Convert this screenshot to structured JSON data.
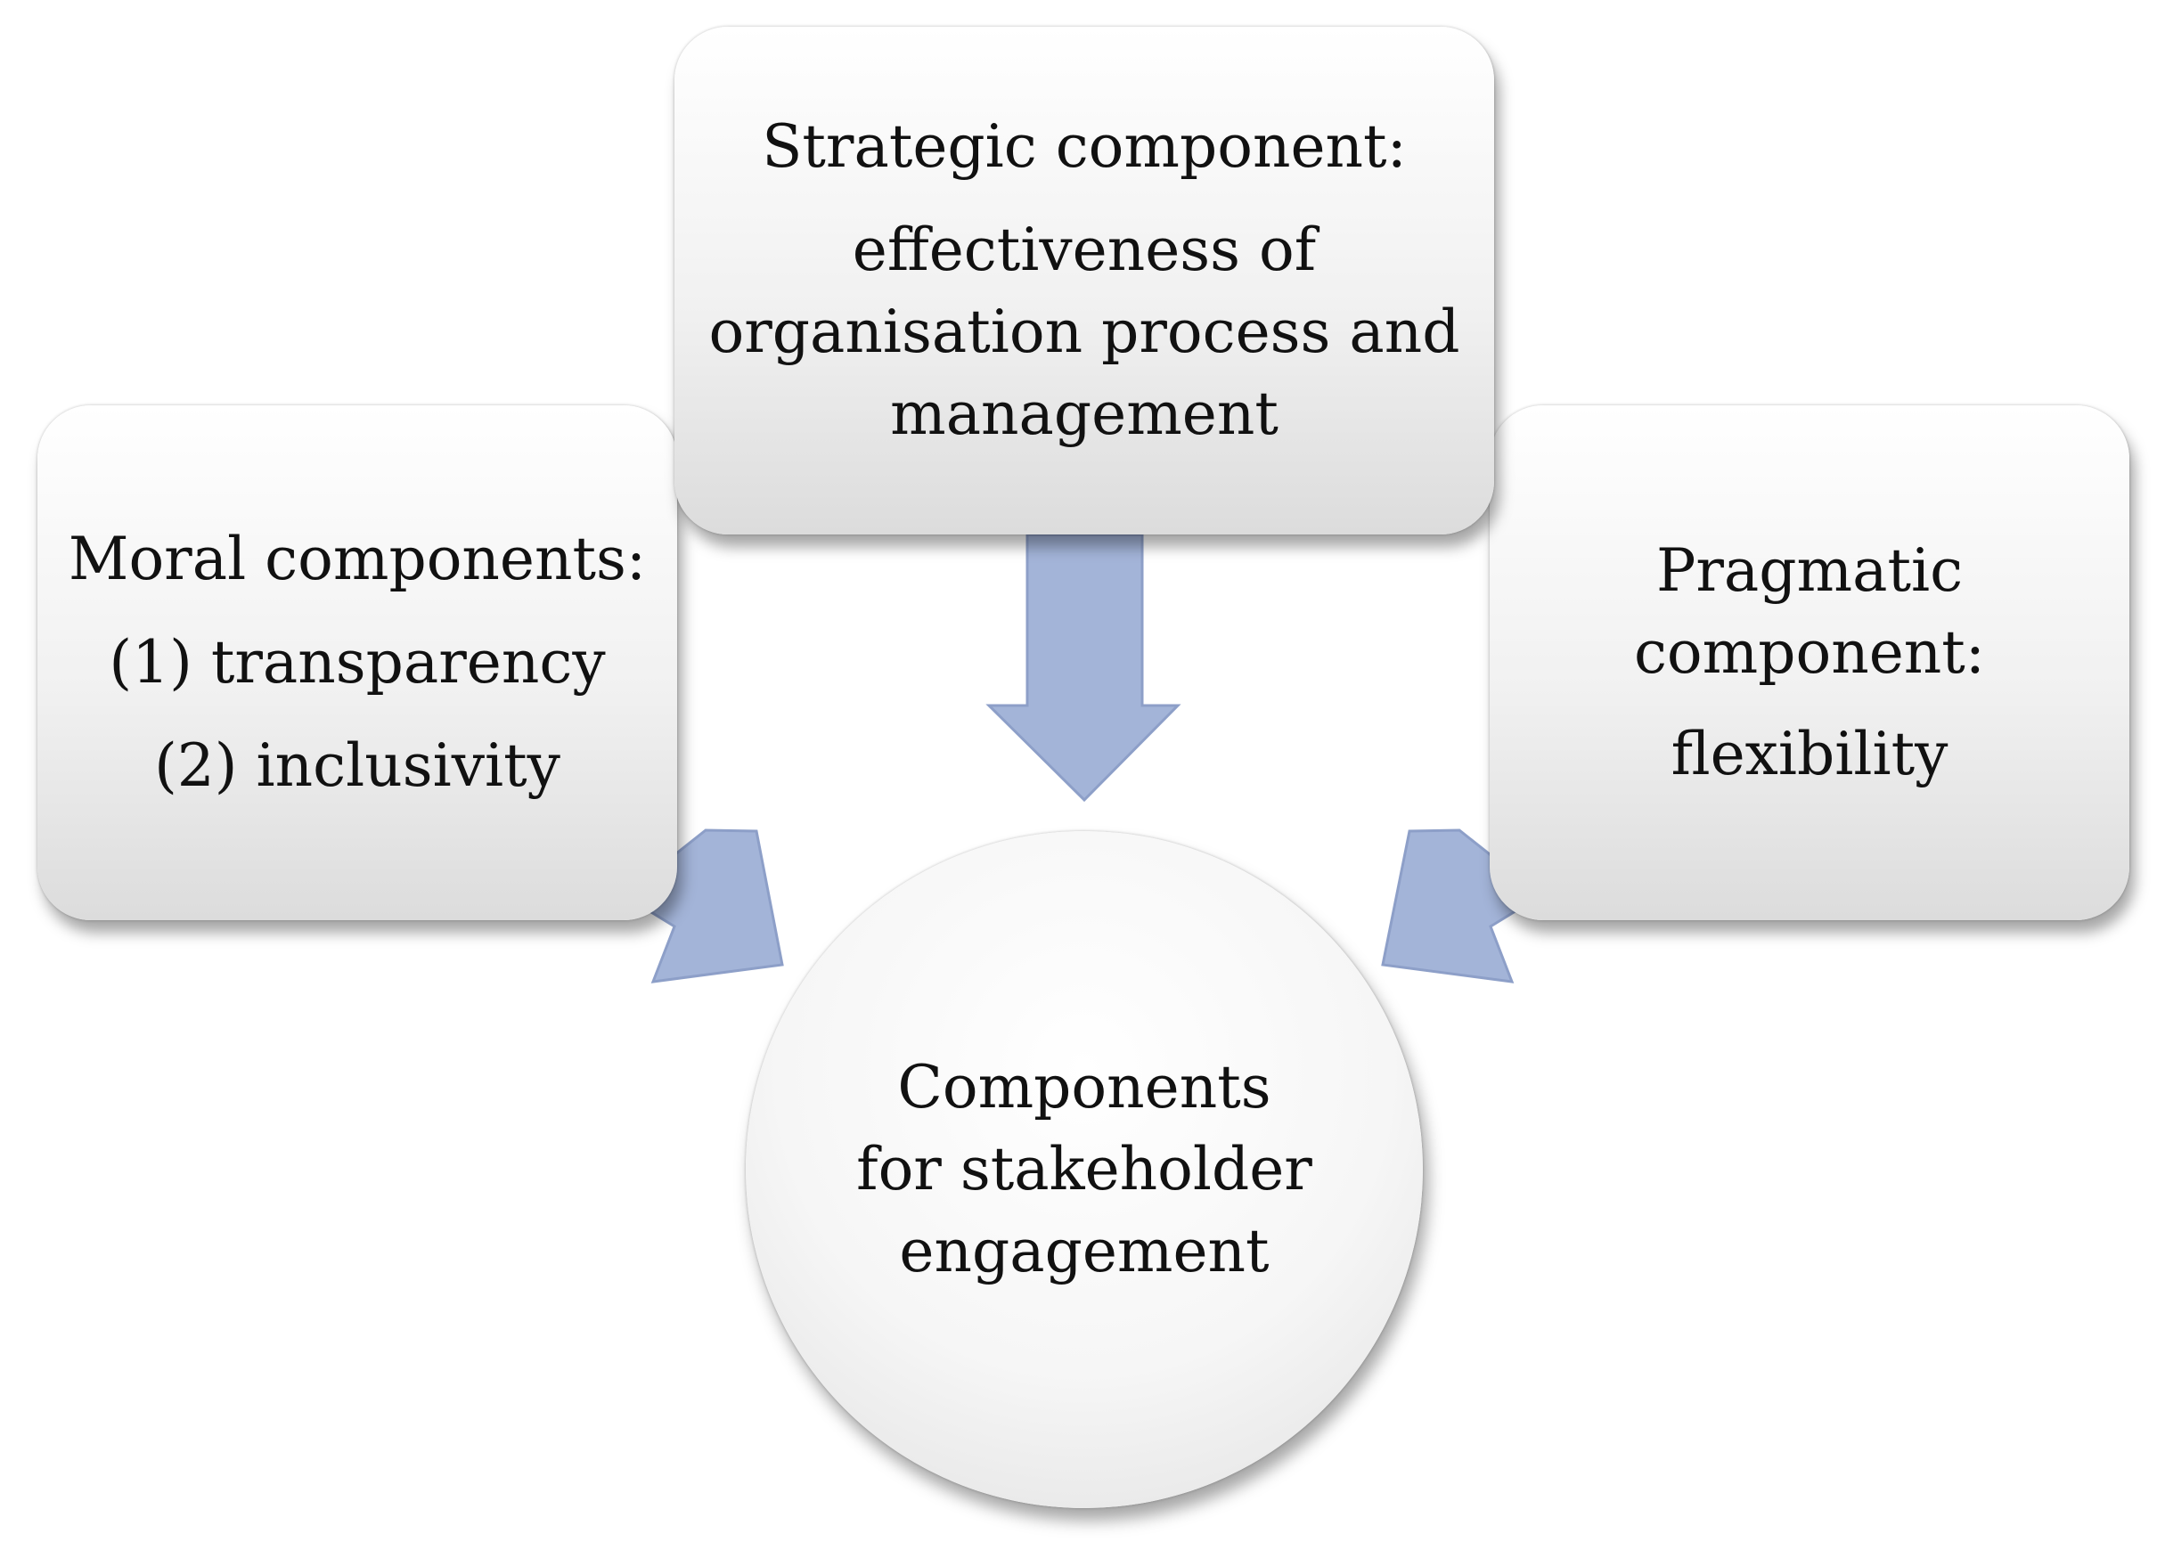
{
  "diagram": {
    "center": {
      "lines": [
        "Components",
        "for stakeholder",
        "engagement"
      ]
    },
    "strategic": {
      "title": "Strategic component:",
      "lines": [
        "effectiveness of",
        "organisation process and",
        "management"
      ]
    },
    "moral": {
      "title": "Moral components:",
      "lines": [
        "(1) transparency",
        "(2) inclusivity"
      ]
    },
    "pragmatic": {
      "title_lines": [
        "Pragmatic",
        "component:"
      ],
      "lines": [
        "flexibility"
      ]
    },
    "colors": {
      "arrow_fill": "#a3b4d8",
      "arrow_stroke": "#8d9fc8",
      "box_top": "#ffffff",
      "box_bottom": "#dcdcdc",
      "text": "#111111"
    }
  }
}
